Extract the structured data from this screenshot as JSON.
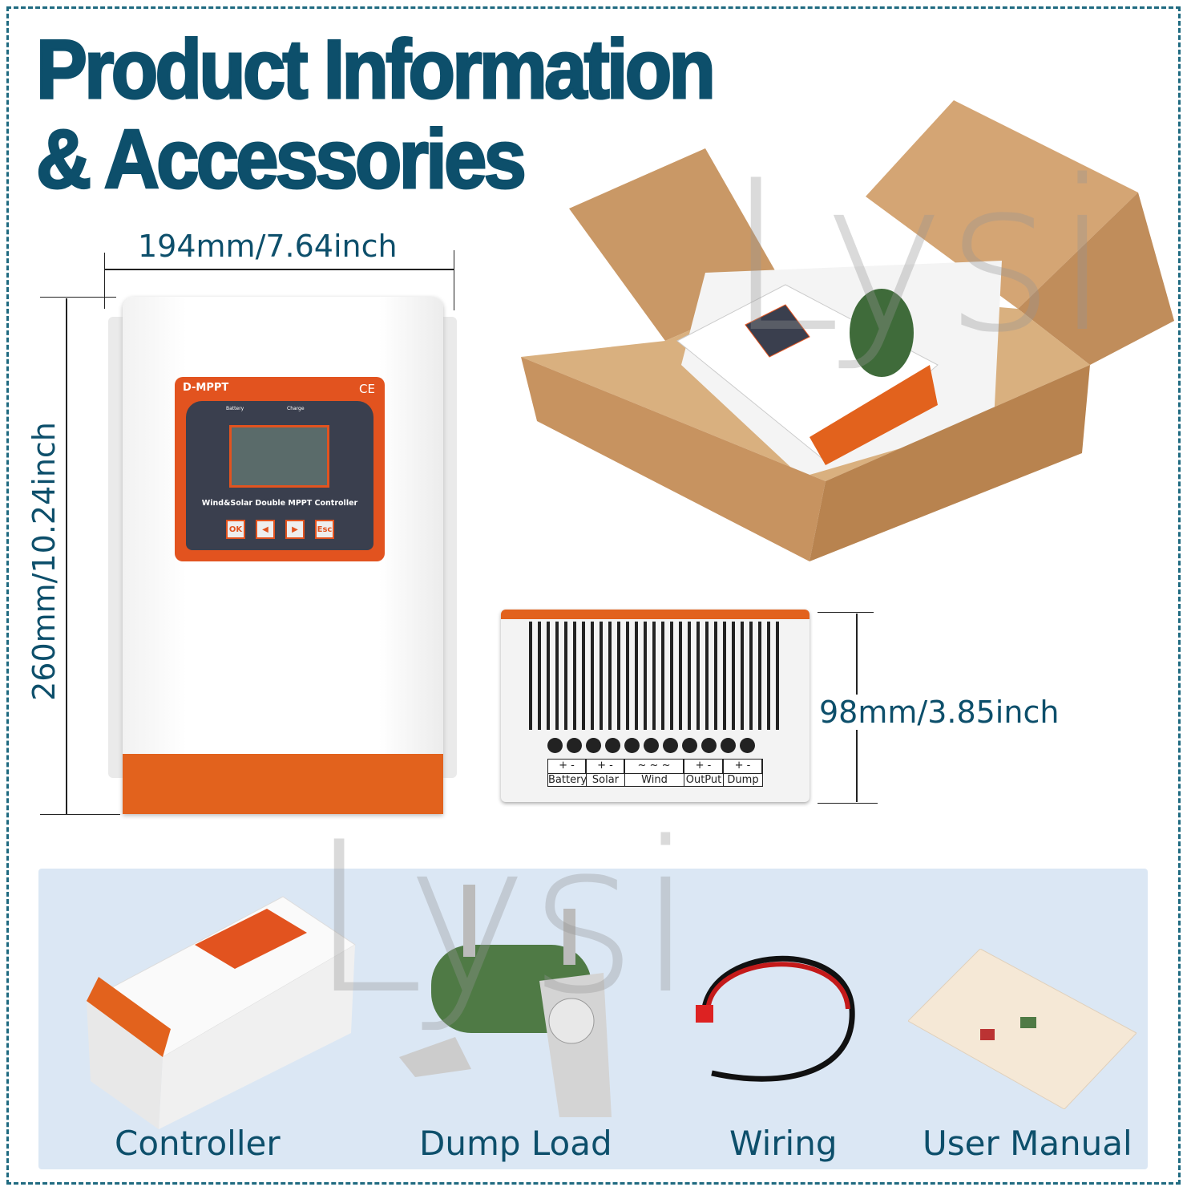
{
  "title": {
    "line1": "Product Information",
    "line2": "& Accessories"
  },
  "dimensions": {
    "width": "194mm/7.64inch",
    "height": "260mm/10.24inch",
    "depth": "98mm/3.85inch"
  },
  "controller_panel": {
    "brand": "D-MPPT",
    "mark": "CE",
    "battery_label": "Battery",
    "charge_label": "Charge",
    "product_name": "Wind&Solar Double MPPT Controller",
    "buttons": [
      "OK",
      "◀",
      "▶",
      "Esc"
    ]
  },
  "terminals": {
    "signs": [
      "+ -",
      "+ -",
      "~ ~ ~",
      "+ -",
      "+ -"
    ],
    "labels": [
      "Battery",
      "Solar",
      "Wind",
      "OutPut",
      "Dump"
    ]
  },
  "accessories": [
    "Controller",
    "Dump Load",
    "Wiring",
    "User Manual"
  ],
  "watermark": "Lysi",
  "colors": {
    "title": "#0d4f6b",
    "accent": "#e2621d",
    "panel_bg": "#dbe7f4"
  }
}
